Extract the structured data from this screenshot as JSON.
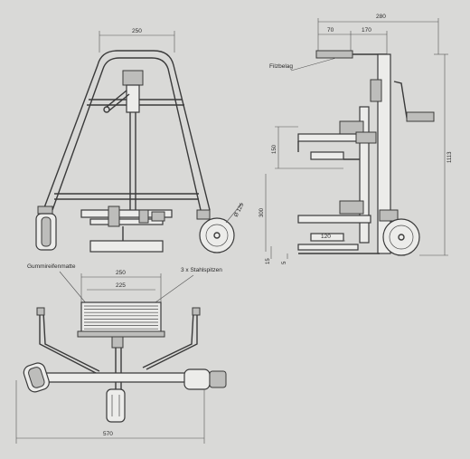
{
  "labels": {
    "gummi": "Gummireifenmatte",
    "stahl": "3 x Stahlspitzen",
    "filz": "Filzbelag",
    "wheel_dia": "Ø 125"
  },
  "dims": {
    "front_width": "250",
    "side_total": "280",
    "side_70": "70",
    "side_170": "170",
    "side_150": "150",
    "side_300": "300",
    "side_120": "120",
    "side_15": "15",
    "side_5": "5",
    "side_height": "1113",
    "plan_250": "250",
    "plan_225": "225",
    "plan_570": "570"
  }
}
